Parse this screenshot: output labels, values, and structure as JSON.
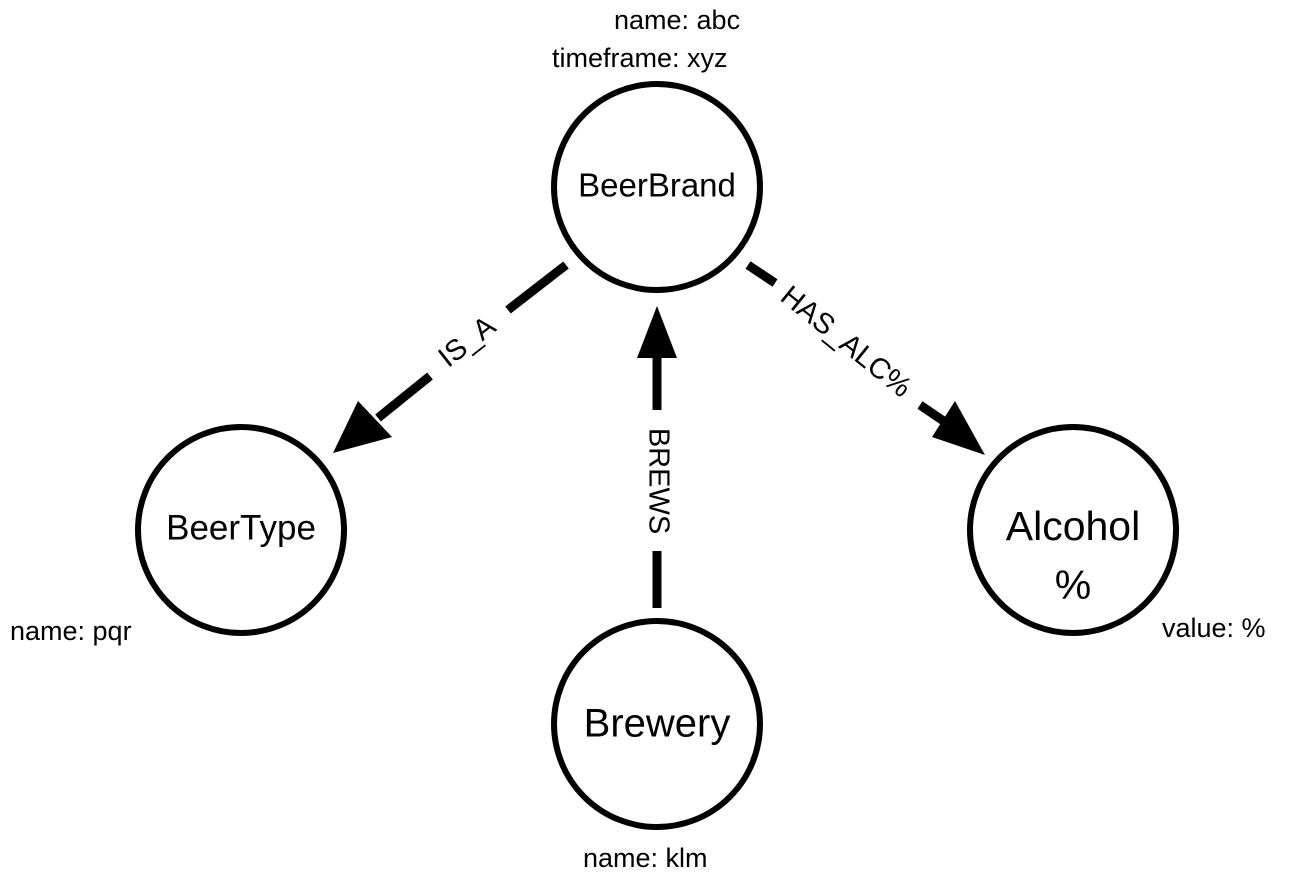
{
  "nodes": {
    "beerbrand": {
      "label": "BeerBrand",
      "props": [
        "name: abc",
        "timeframe: xyz"
      ]
    },
    "beertype": {
      "label": "BeerType",
      "props": [
        "name: pqr"
      ]
    },
    "brewery": {
      "label": "Brewery",
      "props": [
        "name: klm"
      ]
    },
    "alcohol": {
      "label_line1": "Alcohol",
      "label_line2": "%",
      "props": [
        "value: %"
      ]
    }
  },
  "edges": {
    "is_a": {
      "label": "IS_A"
    },
    "brews": {
      "label": "BREWS"
    },
    "has_alc": {
      "label": "HAS_ALC%"
    }
  }
}
